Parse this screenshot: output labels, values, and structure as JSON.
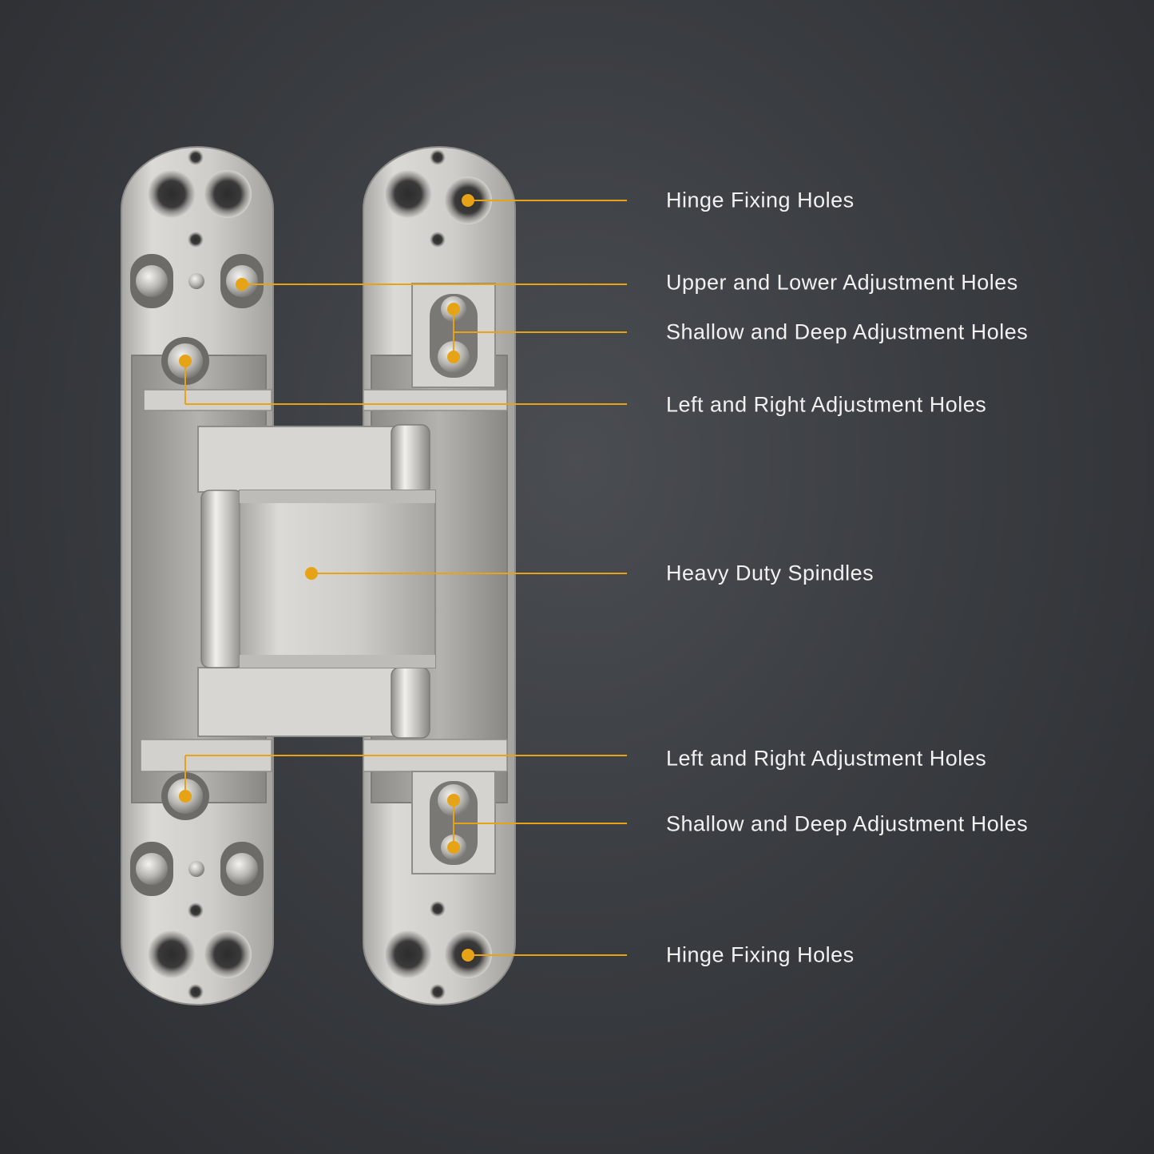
{
  "diagram": {
    "accent_color": "#e6a315",
    "background_color": "#3a3d41",
    "metal_color": "#c9c7c3",
    "callouts": [
      {
        "id": "hinge-fixing-holes-top",
        "label": "Hinge Fixing Holes"
      },
      {
        "id": "upper-lower-adjustment-holes",
        "label": "Upper and Lower Adjustment Holes"
      },
      {
        "id": "shallow-deep-adjustment-holes-top",
        "label": "Shallow and Deep Adjustment Holes"
      },
      {
        "id": "left-right-adjustment-holes-top",
        "label": "Left and Right Adjustment Holes"
      },
      {
        "id": "heavy-duty-spindles",
        "label": "Heavy Duty Spindles"
      },
      {
        "id": "left-right-adjustment-holes-bottom",
        "label": "Left and Right Adjustment Holes"
      },
      {
        "id": "shallow-deep-adjustment-holes-bottom",
        "label": "Shallow and Deep Adjustment Holes"
      },
      {
        "id": "hinge-fixing-holes-bottom",
        "label": "Hinge Fixing Holes"
      }
    ]
  }
}
